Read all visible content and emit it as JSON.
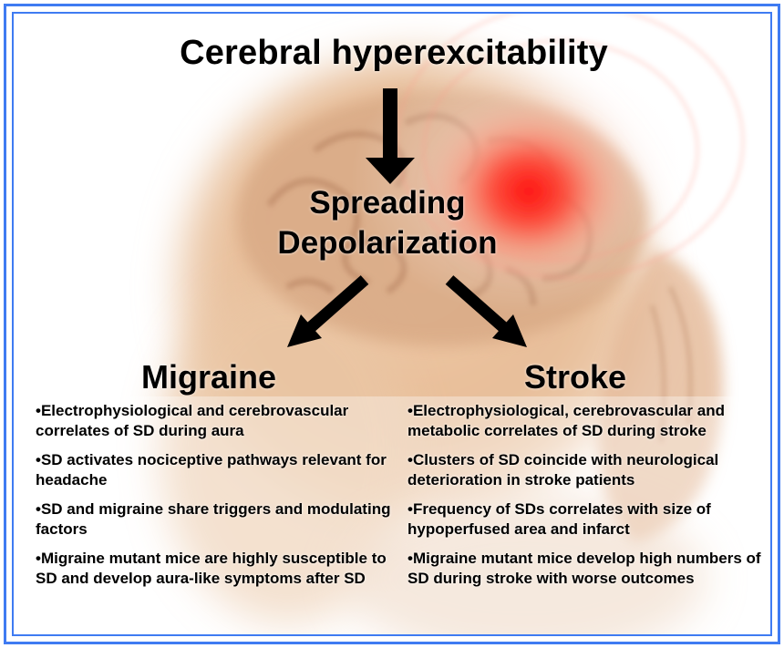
{
  "title": "Cerebral hyperexcitability",
  "center": {
    "line1": "Spreading",
    "line2": "Depolarization"
  },
  "branches": {
    "left": {
      "heading": "Migraine",
      "bullets": [
        "•Electrophysiological and cerebrovascular correlates of SD during aura",
        "•SD activates nociceptive pathways relevant for headache",
        "•SD and migraine share triggers and modulating factors",
        "•Migraine mutant mice are highly susceptible to SD and develop aura-like symptoms after SD"
      ]
    },
    "right": {
      "heading": "Stroke",
      "bullets": [
        "•Electrophysiological, cerebrovascular and metabolic correlates of SD during stroke",
        "•Clusters of SD coincide with neurological deterioration in stroke patients",
        "•Frequency of SDs correlates with size of hypoperfused area and infarct",
        "•Migraine mutant mice develop high numbers of SD during stroke with worse outcomes"
      ]
    }
  },
  "colors": {
    "frame": "#3f7bf2",
    "hotspot": "#ff1a1a",
    "text": "#000000",
    "brain": "#e0b48e"
  }
}
